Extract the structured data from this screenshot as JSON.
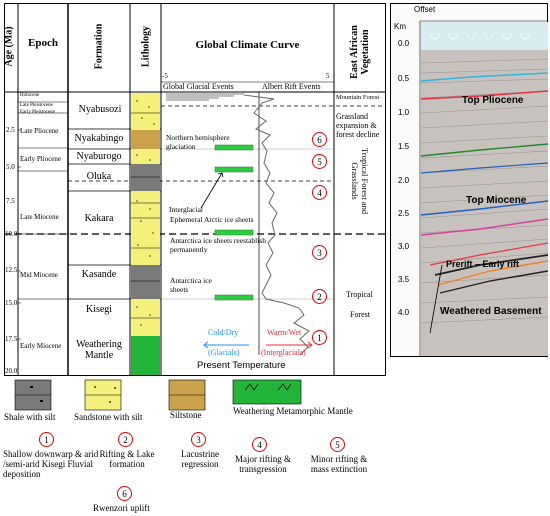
{
  "headers": {
    "age": "Age (Ma)",
    "epoch": "Epoch",
    "formation": "Formation",
    "lithology": "Lithology",
    "climate": "Global Climate Curve",
    "vegetation": "East African Vegetation",
    "glacial_events": "Global Glacial Events",
    "rift_events": "Albert Rift Events",
    "scale_left": "-5",
    "scale_right": "5"
  },
  "ages": [
    "2.5",
    "5.0",
    "7.5",
    "10.0",
    "12.5",
    "15.0",
    "17.5",
    "20.0"
  ],
  "epochs": [
    "Holocene",
    "Late Pleistocene",
    "Early Pleistocene",
    "Late Pliocene",
    "Early Pliocene",
    "Late Miocene",
    "Mid Miocene",
    "Early Miocene"
  ],
  "formations": [
    "Nyabusozi",
    "Nyakabingo",
    "Nyaburogo",
    "Oluka",
    "Kakara",
    "Kasande",
    "Kisegi",
    "Weathering Mantle"
  ],
  "climate_annotations": {
    "northern": "Northern hemisphere glaciation",
    "interglacial": "Interglacial",
    "ephemeral": "Ephemeral Arctic ice sheets",
    "antarctica_reestablish": "Antarctica ice sheets reestablish permanently",
    "antarctica": "Antarctica ice sheets",
    "cold": "Cold/Dry",
    "glacials": "(Glacials)",
    "warm": "Warm/Wet",
    "interglacials": "(Interglacials)",
    "present": "Present Temperature"
  },
  "vegetation": {
    "mountain": "Mountain Forest",
    "grassland": "Grassland expansion & forest decline",
    "tropical_grass": "Tropical Forest and Grasslands",
    "tropical": "Tropical",
    "forest": "Forest"
  },
  "rift_event_numbers": [
    "6",
    "5",
    "4",
    "3",
    "2",
    "1"
  ],
  "legend": {
    "shale": "Shale with silt",
    "sandstone": "Sandstone with silt",
    "siltstone": "Siltstone",
    "weathering": "Weathering Metamorphic Mantle",
    "events": [
      {
        "n": "1",
        "text": "Shallow downwarp & arid /semi-arid Kisegi Fluvial deposition"
      },
      {
        "n": "2",
        "text": "Rifting & Lake formation"
      },
      {
        "n": "3",
        "text": "Lacustrine regression"
      },
      {
        "n": "4",
        "text": "Major rifting & transgression"
      },
      {
        "n": "5",
        "text": "Minor rifting & mass extinction"
      },
      {
        "n": "6",
        "text": "Rwenzori uplift"
      }
    ]
  },
  "seismic": {
    "offset": "Offset",
    "km": "Km",
    "depths": [
      "0.0",
      "0.5",
      "1.0",
      "1.5",
      "2.0",
      "2.5",
      "3.0",
      "3.5",
      "4.0"
    ],
    "top_pliocene": "Top Pliocene",
    "top_miocene": "Top Miocene",
    "prerift": "Prerift – Early rift",
    "basement": "Weathered Basement"
  },
  "colors": {
    "green_bar": "#2ecc40",
    "sandstone": "#f5f07a",
    "siltstone": "#c9a24a",
    "shale": "#7a7a7a",
    "weathering": "#22b53a",
    "rift_circle": "#dd0000",
    "cold": "#1e90ff",
    "warm": "#e03030"
  }
}
